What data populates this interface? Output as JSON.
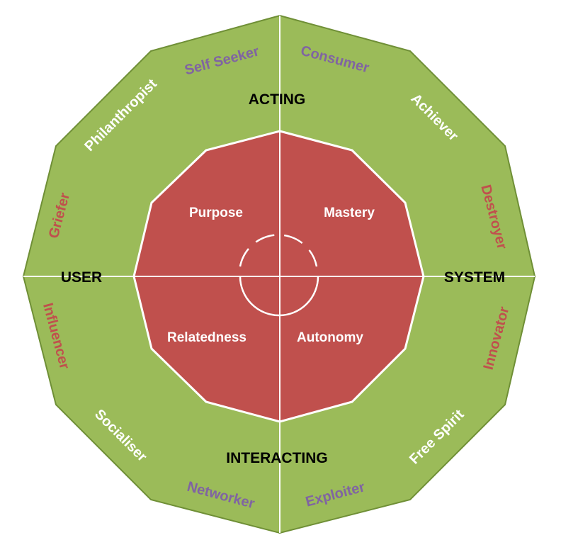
{
  "diagram": {
    "axes": {
      "top": "ACTING",
      "bottom": "INTERACTING",
      "left": "USER",
      "right": "SYSTEM"
    },
    "core": {
      "top_left": "Purpose",
      "top_right": "Mastery",
      "bottom_left": "Relatedness",
      "bottom_right": "Autonomy"
    },
    "types": {
      "self_seeker": "Self Seeker",
      "consumer": "Consumer",
      "philanthropist": "Philanthropist",
      "achiever": "Achiever",
      "griefer": "Griefer",
      "destroyer": "Destroyer",
      "influencer": "Influencer",
      "innovator": "Innovator",
      "socialiser": "Socialiser",
      "free_spirit": "Free Spirit",
      "networker": "Networker",
      "exploiter": "Exploiter"
    },
    "colors": {
      "outer_fill": "#9bbb59",
      "outer_stroke": "#6f8f36",
      "inner_fill": "#c0504d",
      "divider": "#ffffff",
      "white_text": "#ffffff",
      "purple_text": "#8064a2",
      "red_text": "#c0504d",
      "axis_text": "#000000"
    }
  }
}
